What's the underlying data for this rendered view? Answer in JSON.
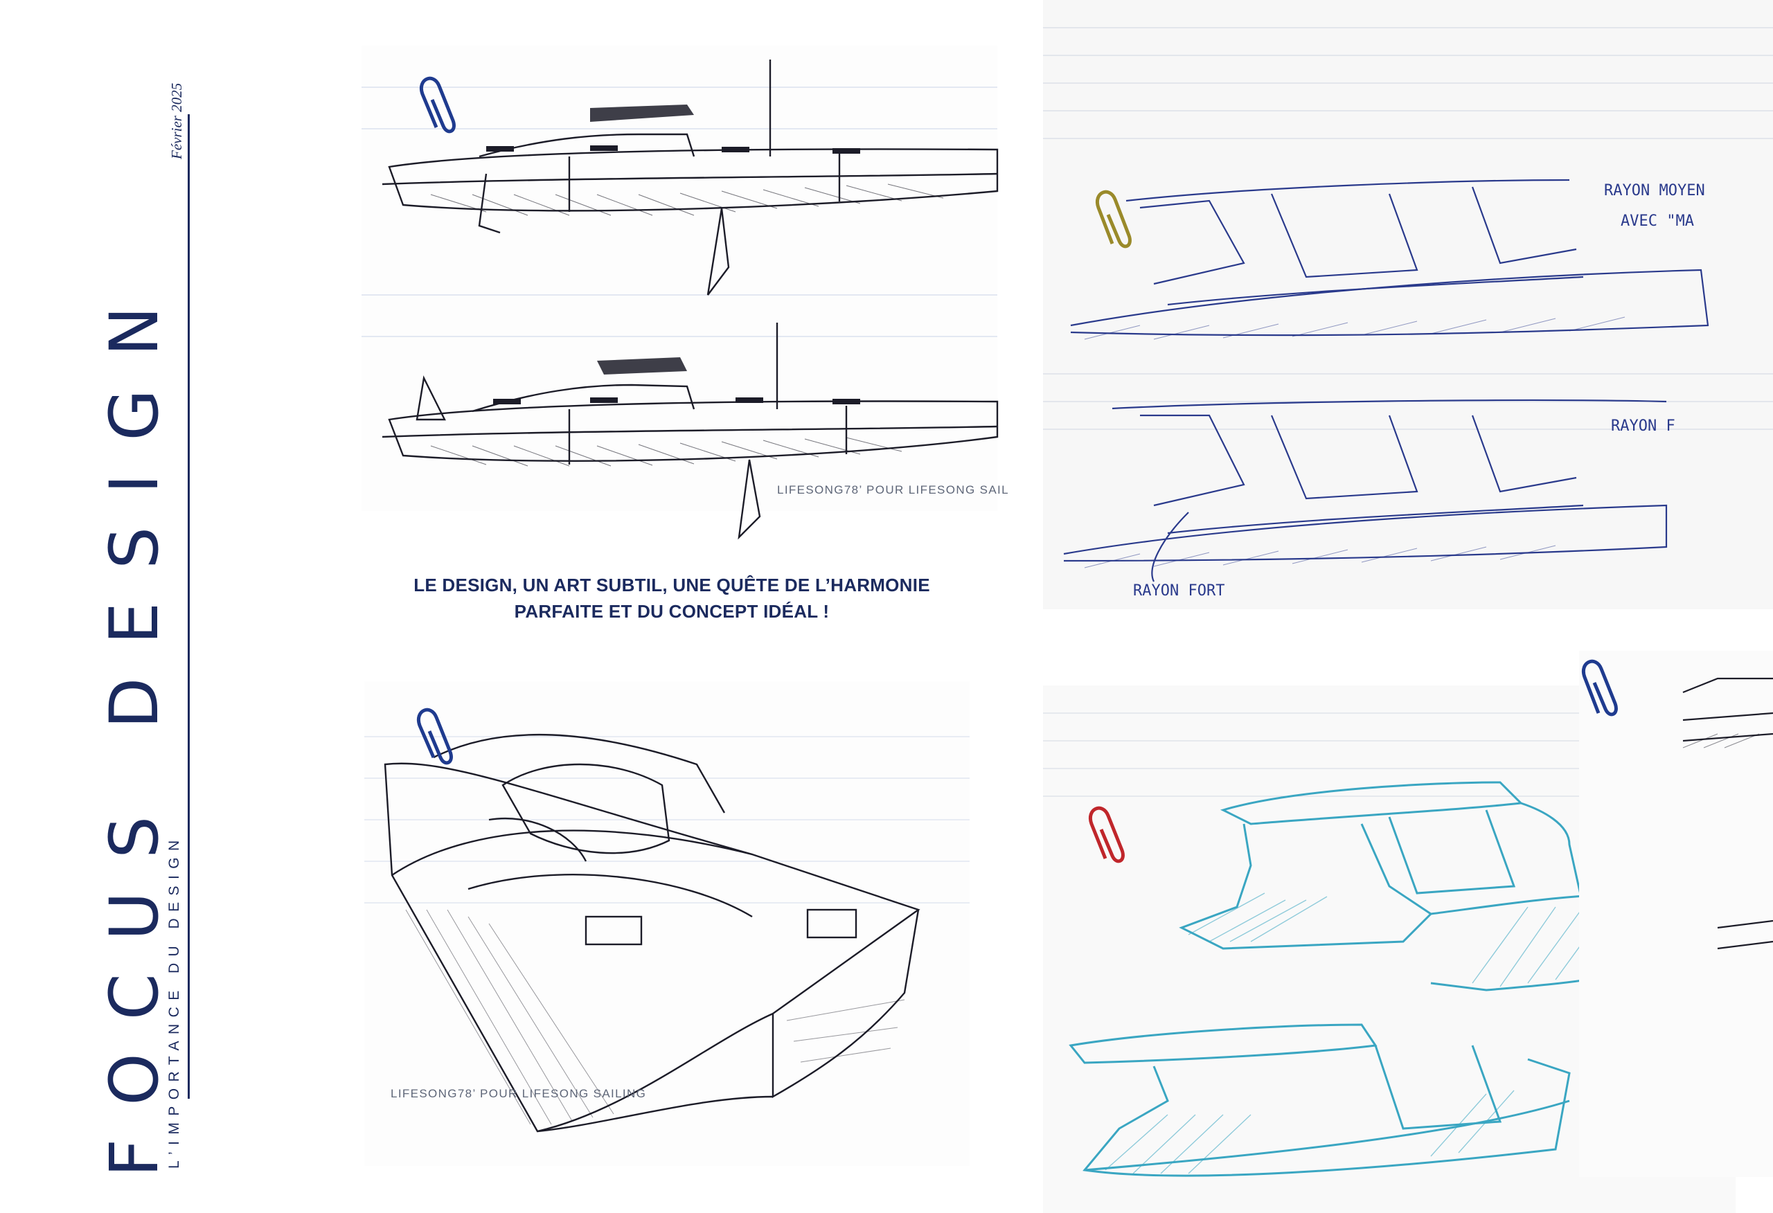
{
  "page": {
    "title": "FOCUS DESIGN",
    "subtitle": "L’IMPORTANCE DU DESIGN",
    "date": "Février 2025"
  },
  "quote": {
    "line1": "LE DESIGN, UN ART SUBTIL, UNE QUÊTE DE L’HARMONIE",
    "line2": "PARFAITE ET DU CONCEPT IDÉAL !"
  },
  "sketches": [
    {
      "caption": "LIFESONG78’ POUR LIFESONG SAIL",
      "paperclip_color": "#1f3b8f"
    },
    {
      "caption": "LIFESONG78’ POUR LIFESONG SAILING",
      "paperclip_color": "#1f3b8f"
    },
    {
      "paperclip_color": "#9a8a2a",
      "notes": [
        "RAYON MOYEN",
        "AVEC \"MA",
        "RAYON F",
        "RAYON FORT"
      ]
    },
    {
      "paperclip_color": "#c0262b"
    },
    {
      "paperclip_color": "#1f3b8f"
    }
  ],
  "colors": {
    "accent": "#1b2a5e",
    "pen_ink": "#2a3a8c",
    "teal_pencil": "#3aa6c2"
  }
}
